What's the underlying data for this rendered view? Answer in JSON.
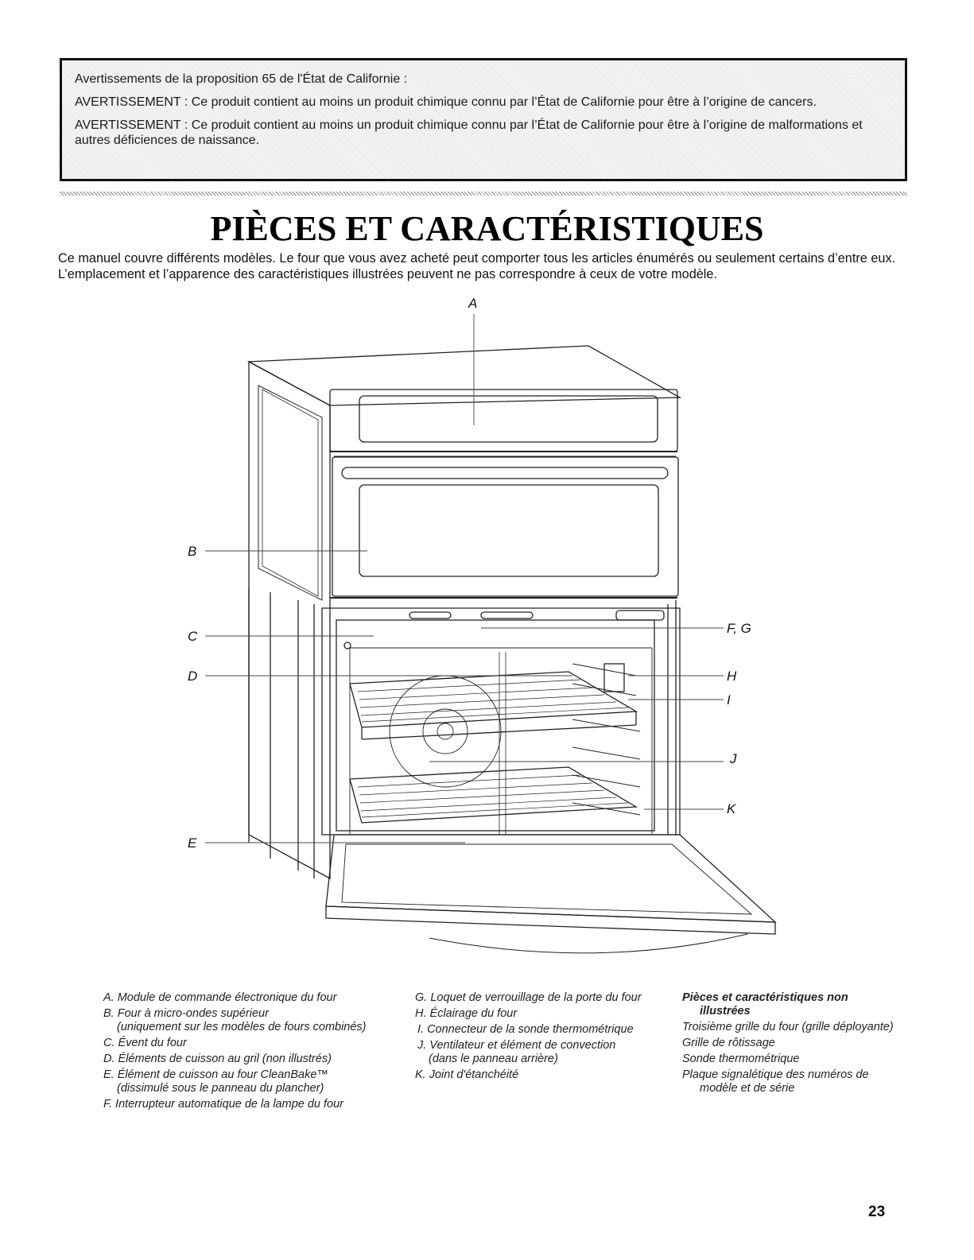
{
  "warning": {
    "heading": "Avertissements de la proposition 65 de l'État de Californie :",
    "line1": "AVERTISSEMENT : Ce produit contient au moins un produit chimique connu par l’État de Californie pour être à l’origine de cancers.",
    "line2": "AVERTISSEMENT : Ce produit contient au moins un produit chimique connu par l’État de Californie pour être à l’origine de malformations et autres déficiences de naissance."
  },
  "title": "PIÈCES ET CARACTÉRISTIQUES",
  "intro": "Ce manuel couvre différents modèles. Le four que vous avez acheté peut comporter tous les articles énumérés ou seulement certains d’entre eux. L’emplacement et l’apparence des caractéristiques illustrées peuvent ne pas correspondre à ceux de votre modèle.",
  "callouts": {
    "a": "A",
    "b": "B",
    "c": "C",
    "d": "D",
    "e": "E",
    "fg": "F, G",
    "h": "H",
    "i": "I",
    "j": "J",
    "k": "K"
  },
  "legend": {
    "col1": [
      {
        "text": "A. Module de commande électronique du four"
      },
      {
        "text": "B. Four à micro-ondes supérieur",
        "sub": "(uniquement sur les modèles de fours combinés)"
      },
      {
        "text": "C. Évent du four"
      },
      {
        "text": "D. Éléments de cuisson au gril (non illustrés)"
      },
      {
        "text": "E. Élément de cuisson au four CleanBake™",
        "sub": "(dissimulé sous le panneau du plancher)"
      },
      {
        "text": "F. Interrupteur automatique de la lampe du four"
      }
    ],
    "col2": [
      {
        "text": "G. Loquet de verrouillage de la porte du four"
      },
      {
        "text": "H. Éclairage du four"
      },
      {
        "text": "I. Connecteur de la sonde thermométrique"
      },
      {
        "text": "J. Ventilateur et élément de convection",
        "sub": "(dans le panneau arrière)"
      },
      {
        "text": "K. Joint d'étanchéité"
      }
    ],
    "col3": {
      "heading1": "Pièces et caractéristiques non",
      "heading2": "illustrées",
      "items": [
        "Troisième grille du four (grille déployante)",
        "Grille de rôtissage",
        "Sonde thermométrique",
        "Plaque signalétique des numéros de"
      ],
      "last_line": "modèle et de série"
    }
  },
  "page_number": "23"
}
